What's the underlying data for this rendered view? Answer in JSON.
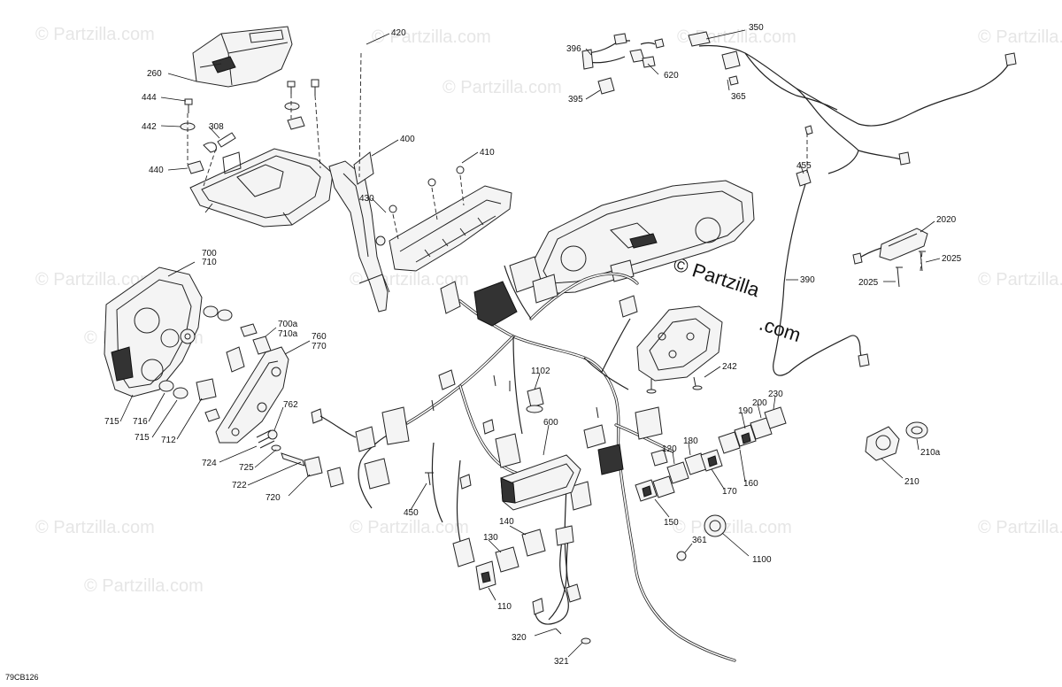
{
  "watermarks": [
    "© Partzilla.com",
    "© Partzilla.com",
    "© Partzilla.com",
    "© Partzilla.com",
    "© Partzilla.com",
    "© Partzilla.com",
    "© Partzilla.com",
    "© Partzilla.com",
    "© Partzilla.com",
    "© Partzilla.com",
    "© Partzilla.com",
    "© Partzilla.com",
    "© Partzilla.com",
    "© Partzilla.com"
  ],
  "center_watermark_line1": "© Partzilla",
  "center_watermark_line2": ".com",
  "diagram_code": "79CB126",
  "callouts": [
    {
      "id": "p420",
      "text": "420"
    },
    {
      "id": "p260",
      "text": "260"
    },
    {
      "id": "p444",
      "text": "444"
    },
    {
      "id": "p442",
      "text": "442"
    },
    {
      "id": "p308",
      "text": "308"
    },
    {
      "id": "p440",
      "text": "440"
    },
    {
      "id": "p400",
      "text": "400"
    },
    {
      "id": "p410",
      "text": "410"
    },
    {
      "id": "p430",
      "text": "430"
    },
    {
      "id": "p396",
      "text": "396"
    },
    {
      "id": "p395",
      "text": "395"
    },
    {
      "id": "p620",
      "text": "620"
    },
    {
      "id": "p350",
      "text": "350"
    },
    {
      "id": "p365",
      "text": "365"
    },
    {
      "id": "p455",
      "text": "455"
    },
    {
      "id": "p390",
      "text": "390"
    },
    {
      "id": "p2020",
      "text": "2020"
    },
    {
      "id": "p2025a",
      "text": "2025"
    },
    {
      "id": "p2025b",
      "text": "2025"
    },
    {
      "id": "p700",
      "text": "700"
    },
    {
      "id": "p710",
      "text": "710"
    },
    {
      "id": "p700a",
      "text": "700a"
    },
    {
      "id": "p710a",
      "text": "710a"
    },
    {
      "id": "p760",
      "text": "760"
    },
    {
      "id": "p770",
      "text": "770"
    },
    {
      "id": "p762",
      "text": "762"
    },
    {
      "id": "p715a",
      "text": "715"
    },
    {
      "id": "p716",
      "text": "716"
    },
    {
      "id": "p715b",
      "text": "715"
    },
    {
      "id": "p712",
      "text": "712"
    },
    {
      "id": "p724",
      "text": "724"
    },
    {
      "id": "p725",
      "text": "725"
    },
    {
      "id": "p722",
      "text": "722"
    },
    {
      "id": "p720",
      "text": "720"
    },
    {
      "id": "p242",
      "text": "242"
    },
    {
      "id": "p1102",
      "text": "1102"
    },
    {
      "id": "p600",
      "text": "600"
    },
    {
      "id": "p450",
      "text": "450"
    },
    {
      "id": "p230",
      "text": "230"
    },
    {
      "id": "p200",
      "text": "200"
    },
    {
      "id": "p190",
      "text": "190"
    },
    {
      "id": "p180",
      "text": "180"
    },
    {
      "id": "p120",
      "text": "120"
    },
    {
      "id": "p170",
      "text": "170"
    },
    {
      "id": "p160",
      "text": "160"
    },
    {
      "id": "p150",
      "text": "150"
    },
    {
      "id": "p210a",
      "text": "210a"
    },
    {
      "id": "p210",
      "text": "210"
    },
    {
      "id": "p140",
      "text": "140"
    },
    {
      "id": "p130",
      "text": "130"
    },
    {
      "id": "p110",
      "text": "110"
    },
    {
      "id": "p361",
      "text": "361"
    },
    {
      "id": "p1100",
      "text": "1100"
    },
    {
      "id": "p320",
      "text": "320"
    },
    {
      "id": "p321",
      "text": "321"
    }
  ]
}
